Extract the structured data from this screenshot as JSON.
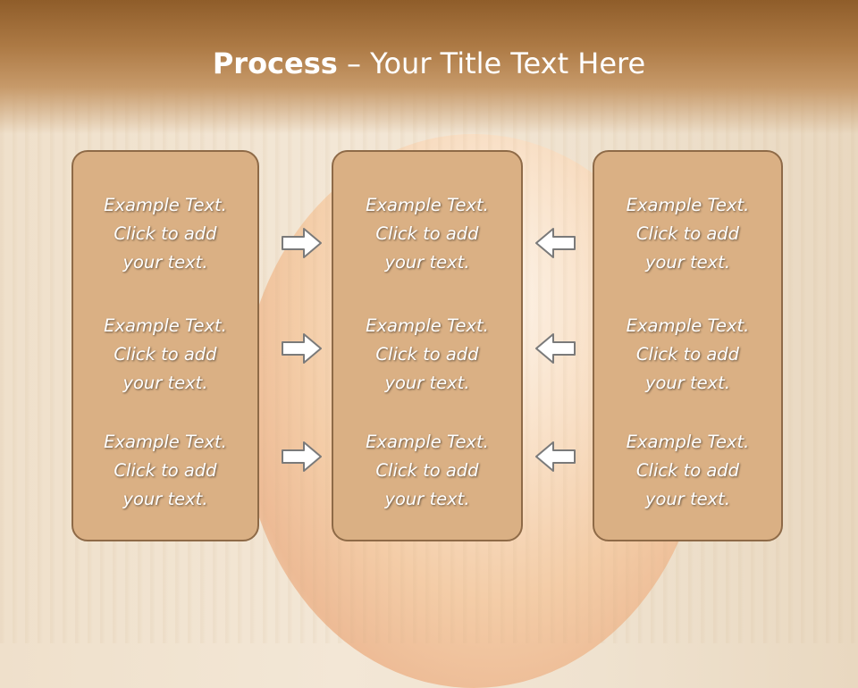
{
  "title": {
    "bold": "Process",
    "rest": " – Your Title Text Here"
  },
  "columns": [
    {
      "items": [
        {
          "line1": "Example Text.",
          "line2": "Click  to add",
          "line3": "your text."
        },
        {
          "line1": "Example Text.",
          "line2": "Click  to add",
          "line3": "your text."
        },
        {
          "line1": "Example Text.",
          "line2": "Click  to add",
          "line3": "your text."
        }
      ]
    },
    {
      "items": [
        {
          "line1": "Example Text.",
          "line2": "Click  to add",
          "line3": "your text."
        },
        {
          "line1": "Example Text.",
          "line2": "Click  to add",
          "line3": "your text."
        },
        {
          "line1": "Example Text.",
          "line2": "Click  to add",
          "line3": "your text."
        }
      ]
    },
    {
      "items": [
        {
          "line1": "Example Text.",
          "line2": "Click  to add",
          "line3": "your text."
        },
        {
          "line1": "Example Text.",
          "line2": "Click  to add",
          "line3": "your text."
        },
        {
          "line1": "Example Text.",
          "line2": "Click  to add",
          "line3": "your text."
        }
      ]
    }
  ],
  "arrows": {
    "left": [
      "right-arrow-icon",
      "right-arrow-icon",
      "right-arrow-icon"
    ],
    "right": [
      "left-arrow-icon",
      "left-arrow-icon",
      "left-arrow-icon"
    ]
  },
  "colors": {
    "title_bar": "#8f5d2a",
    "box_fill": "#dab084",
    "box_border": "#8e6a47",
    "arrow_fill": "#ffffff",
    "arrow_stroke": "#7a7a7a"
  }
}
